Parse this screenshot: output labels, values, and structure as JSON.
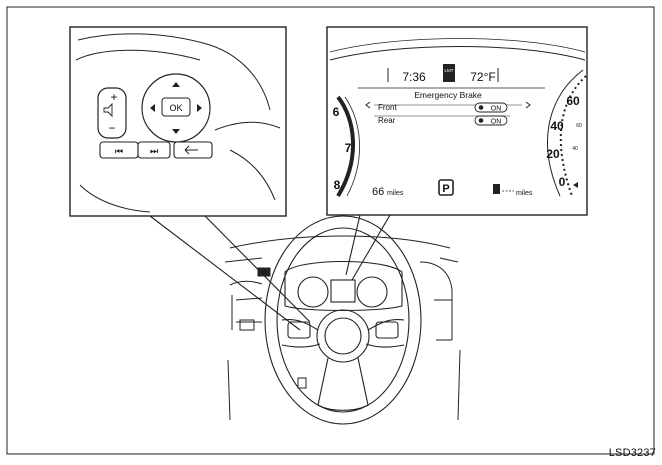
{
  "figure_code": "LSD3237",
  "controls": {
    "plus": "+",
    "minus": "−",
    "ok": "OK",
    "prev_track": "⏮",
    "next_track": "⏭",
    "back": "⮌"
  },
  "display": {
    "time": "7:36",
    "limit_label": "LMT",
    "temperature": "72°F",
    "menu_title": "Emergency Brake",
    "rows": [
      {
        "label": "Front",
        "value": "ON"
      },
      {
        "label": "Rear",
        "value": "ON"
      }
    ],
    "tach_ticks": [
      "6",
      "7",
      "8"
    ],
    "speed_ticks": [
      "60",
      "40",
      "20",
      "0"
    ],
    "speed_small_ticks": [
      "60",
      "40"
    ],
    "odometer_value": "66",
    "odometer_unit": "miles",
    "gear": "P",
    "range_unit": "miles"
  }
}
